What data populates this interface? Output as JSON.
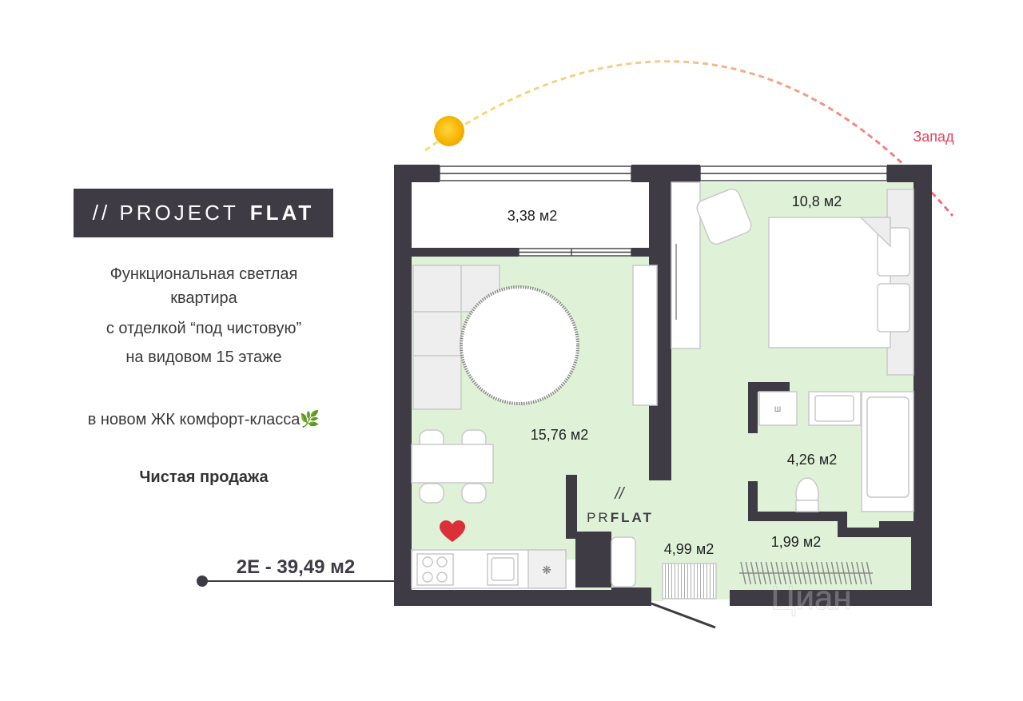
{
  "brand": {
    "prefix": "// PROJECT",
    "name": "FLAT"
  },
  "description": {
    "line1": "Функциональная светлая",
    "line2": "квартира",
    "line3": "с отделкой “под чистовую”",
    "line4": "на видовом 15 этаже",
    "line5": "в новом ЖК комфорт-класса🌿",
    "sale": "Чистая продажа"
  },
  "compass": {
    "west": "Запад"
  },
  "unit": {
    "label": "2Е - 39,49 м2"
  },
  "logo": {
    "slashes": "//",
    "pr": "PR",
    "flat": "FLAT"
  },
  "rooms": {
    "balcony": "3,38 м2",
    "bedroom": "10,8 м2",
    "living": "15,76 м2",
    "bathroom": "4,26 м2",
    "hall": "4,99 м2",
    "wardrobe": "1,99 м2"
  },
  "watermark": "Циан",
  "colors": {
    "wall": "#3e3b45",
    "floor": "#dff2d8",
    "sun": "#f6b300",
    "arc_yellow": "#f7d96a",
    "arc_red": "#ef6b7a",
    "west": "#e8435b",
    "heart": "#d9303a"
  }
}
